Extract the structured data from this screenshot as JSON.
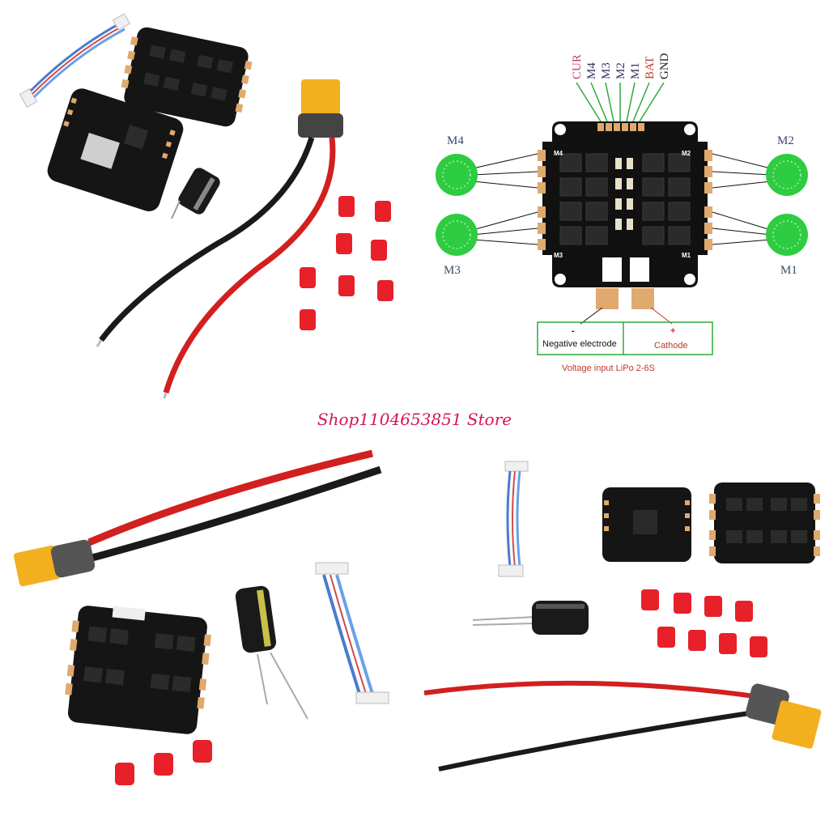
{
  "store_name": "Shop1104653851 Store",
  "diagram": {
    "top_pins": [
      {
        "label": "CUR",
        "color": "#c03a6e"
      },
      {
        "label": "M4",
        "color": "#333366"
      },
      {
        "label": "M3",
        "color": "#333366"
      },
      {
        "label": "M2",
        "color": "#333366"
      },
      {
        "label": "M1",
        "color": "#333366"
      },
      {
        "label": "BAT",
        "color": "#c0392b"
      },
      {
        "label": "GND",
        "color": "#222222"
      }
    ],
    "motors": {
      "top_left": "M4",
      "top_right": "M2",
      "bottom_left": "M3",
      "bottom_right": "M1"
    },
    "board_pads": {
      "top_left": "M4",
      "top_right": "M2",
      "bottom_left": "M3",
      "bottom_right": "M1"
    },
    "power": {
      "negative_sign": "-",
      "negative_label": "Negative electrode",
      "positive_sign": "+",
      "positive_label": "Cathode",
      "caption": "Voltage input LiPo 2-6S"
    },
    "colors": {
      "board": "#111111",
      "pad_gold": "#e0a96d",
      "motor_green": "#2ecc40",
      "box_green": "#2eaa3a",
      "caption_red": "#c0392b"
    }
  }
}
